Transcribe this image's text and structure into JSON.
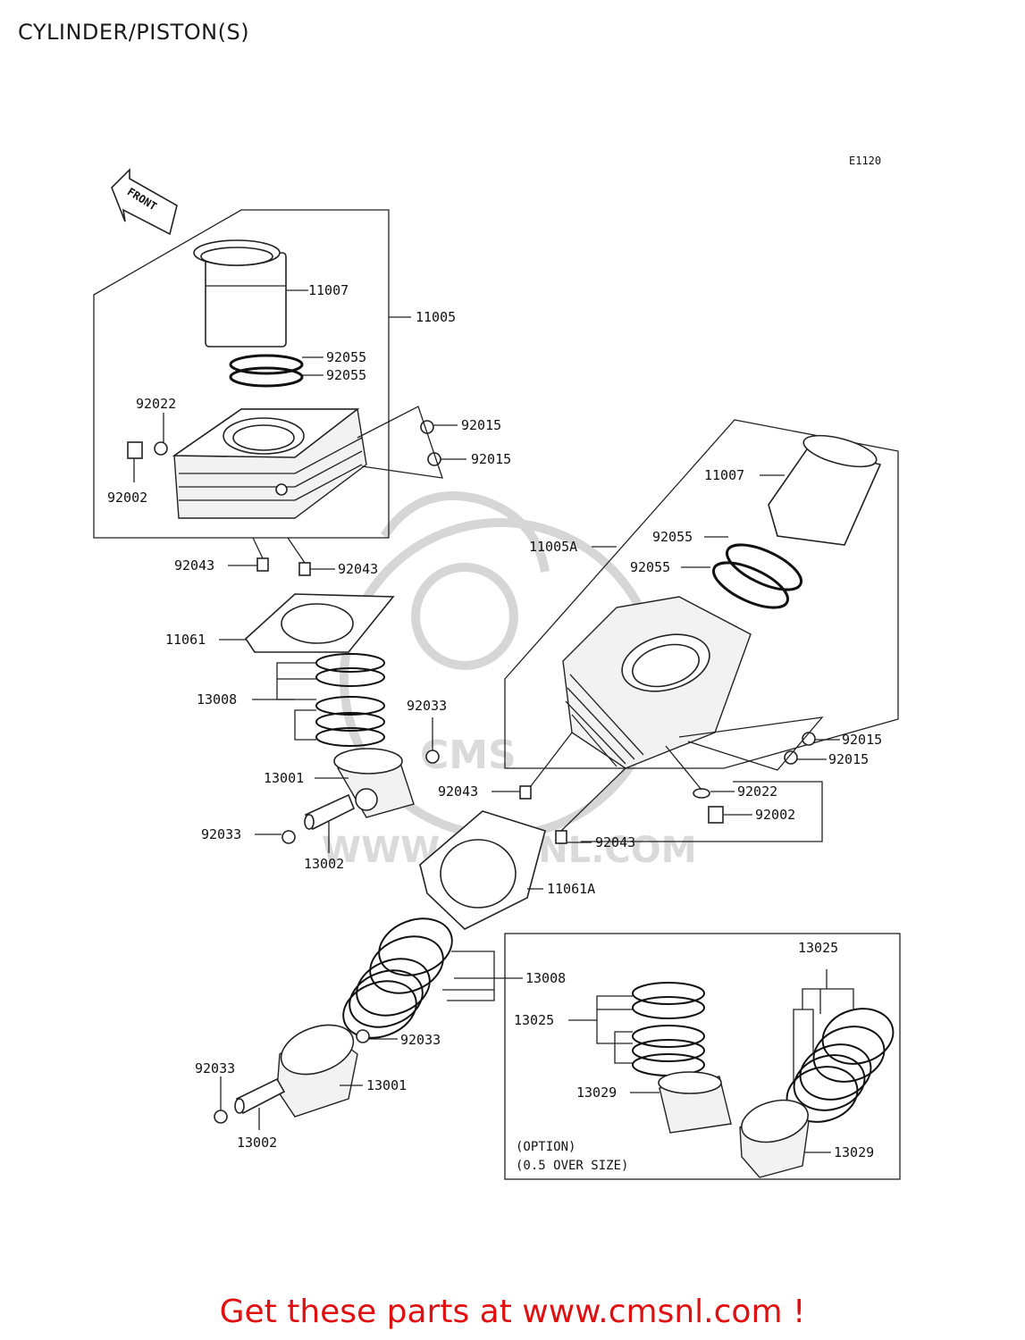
{
  "title": "CYLINDER/PISTON(S)",
  "diagram_code": "E1120",
  "front_label": "FRONT",
  "watermark": "WWW.CMSNL.COM",
  "watermark_logo": "CMS",
  "labels": {
    "upper_liner": "11007",
    "upper_assy": "11005",
    "upper_oring1": "92055",
    "upper_oring2": "92055",
    "upper_washer": "92022",
    "upper_plug": "92002",
    "upper_nut1": "92015",
    "upper_nut2": "92015",
    "upper_dowel_l": "92043",
    "upper_dowel_r": "92043",
    "upper_gasket": "11061",
    "upper_rings": "13008",
    "upper_clip_r": "92033",
    "upper_piston": "13001",
    "upper_clip_l": "92033",
    "upper_pin": "13002",
    "lower_liner": "11007",
    "lower_assy": "11005A",
    "lower_oring1": "92055",
    "lower_oring2": "92055",
    "lower_nut1": "92015",
    "lower_nut2": "92015",
    "lower_dowel_top": "92043",
    "lower_washer": "92022",
    "lower_plug": "92002",
    "lower_dowel_bot": "92043",
    "lower_gasket": "11061A",
    "lower_rings": "13008",
    "lower_clip_r": "92033",
    "lower_piston": "13001",
    "lower_clip_l": "92033",
    "lower_pin": "13002",
    "opt_rings_top": "13025",
    "opt_rings_left": "13025",
    "opt_piston_left": "13029",
    "opt_piston_right": "13029"
  },
  "option_note": {
    "line1": "(OPTION)",
    "line2": "(0.5 OVER SIZE)"
  },
  "footer": "Get these parts at www.cmsnl.com !",
  "colors": {
    "footer": "#e01010",
    "watermark": "#d6d6d6"
  }
}
